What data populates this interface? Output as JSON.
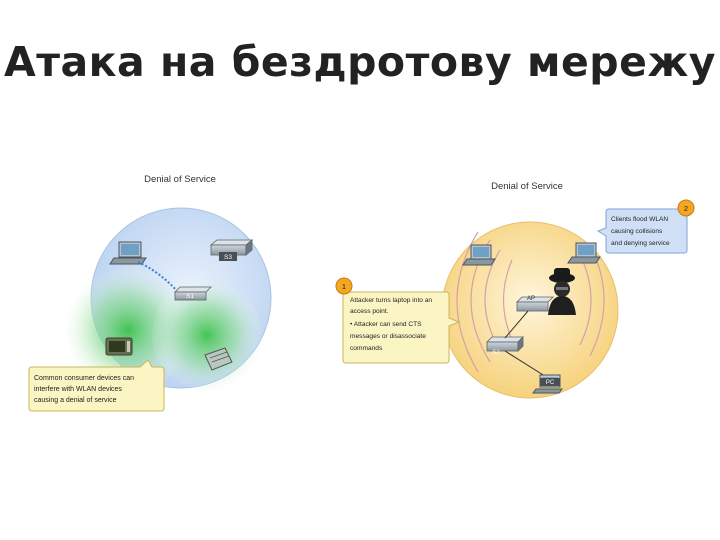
{
  "slide": {
    "title": "Атака на бездротову мережу"
  },
  "left_diagram": {
    "heading": "Denial of Service",
    "device_s3": "S3",
    "device_s1": "S1",
    "callout": [
      "Common consumer devices can",
      "interfere with WLAN devices",
      "causing a denial of service"
    ]
  },
  "right_diagram": {
    "heading": "Denial of Service",
    "device_ap": "AP",
    "device_s2": "S2",
    "device_pc": "PC",
    "step1_number": "1",
    "step1_lines": [
      "Attacker turns laptop into an",
      "access point.",
      "• Attacker can send CTS",
      "  messages or disassociate",
      "  commands"
    ],
    "step2_number": "2",
    "step2_lines": [
      "Clients flood WLAN",
      "causing collisions",
      "and denying service"
    ]
  },
  "colors": {
    "callout_bg": "#fbf4c3",
    "callout_border": "#c8b65a",
    "badge": "#f5a623",
    "blue_zone": "#cddff5",
    "green_zone": "#3dc34e",
    "orange_zone": "#f7d67e"
  }
}
